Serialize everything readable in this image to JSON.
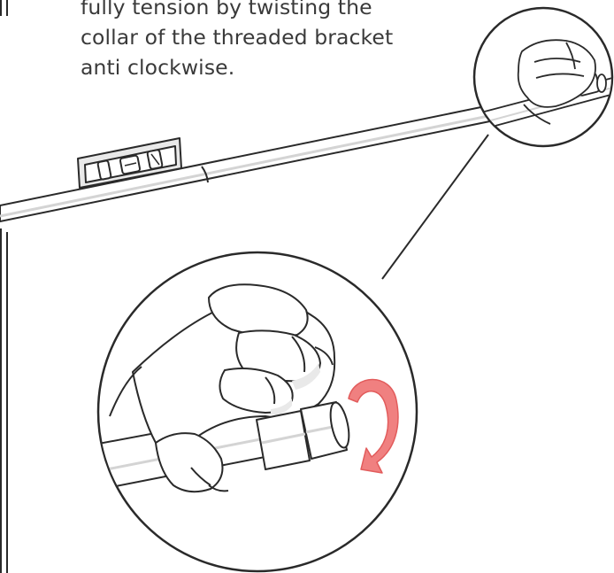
{
  "instruction": {
    "lines": [
      "fully tension by twisting the",
      "collar of the threaded bracket",
      "anti clockwise."
    ]
  },
  "colors": {
    "outline": "#2a2a2a",
    "fill": "#ffffff",
    "shade": "#e9e9e9",
    "arrow": "#f08080",
    "text": "#3a3a3a"
  },
  "icons": {
    "level_tool": "spirit-level-icon",
    "rotation_arrow": "anticlockwise-arrow-icon"
  }
}
